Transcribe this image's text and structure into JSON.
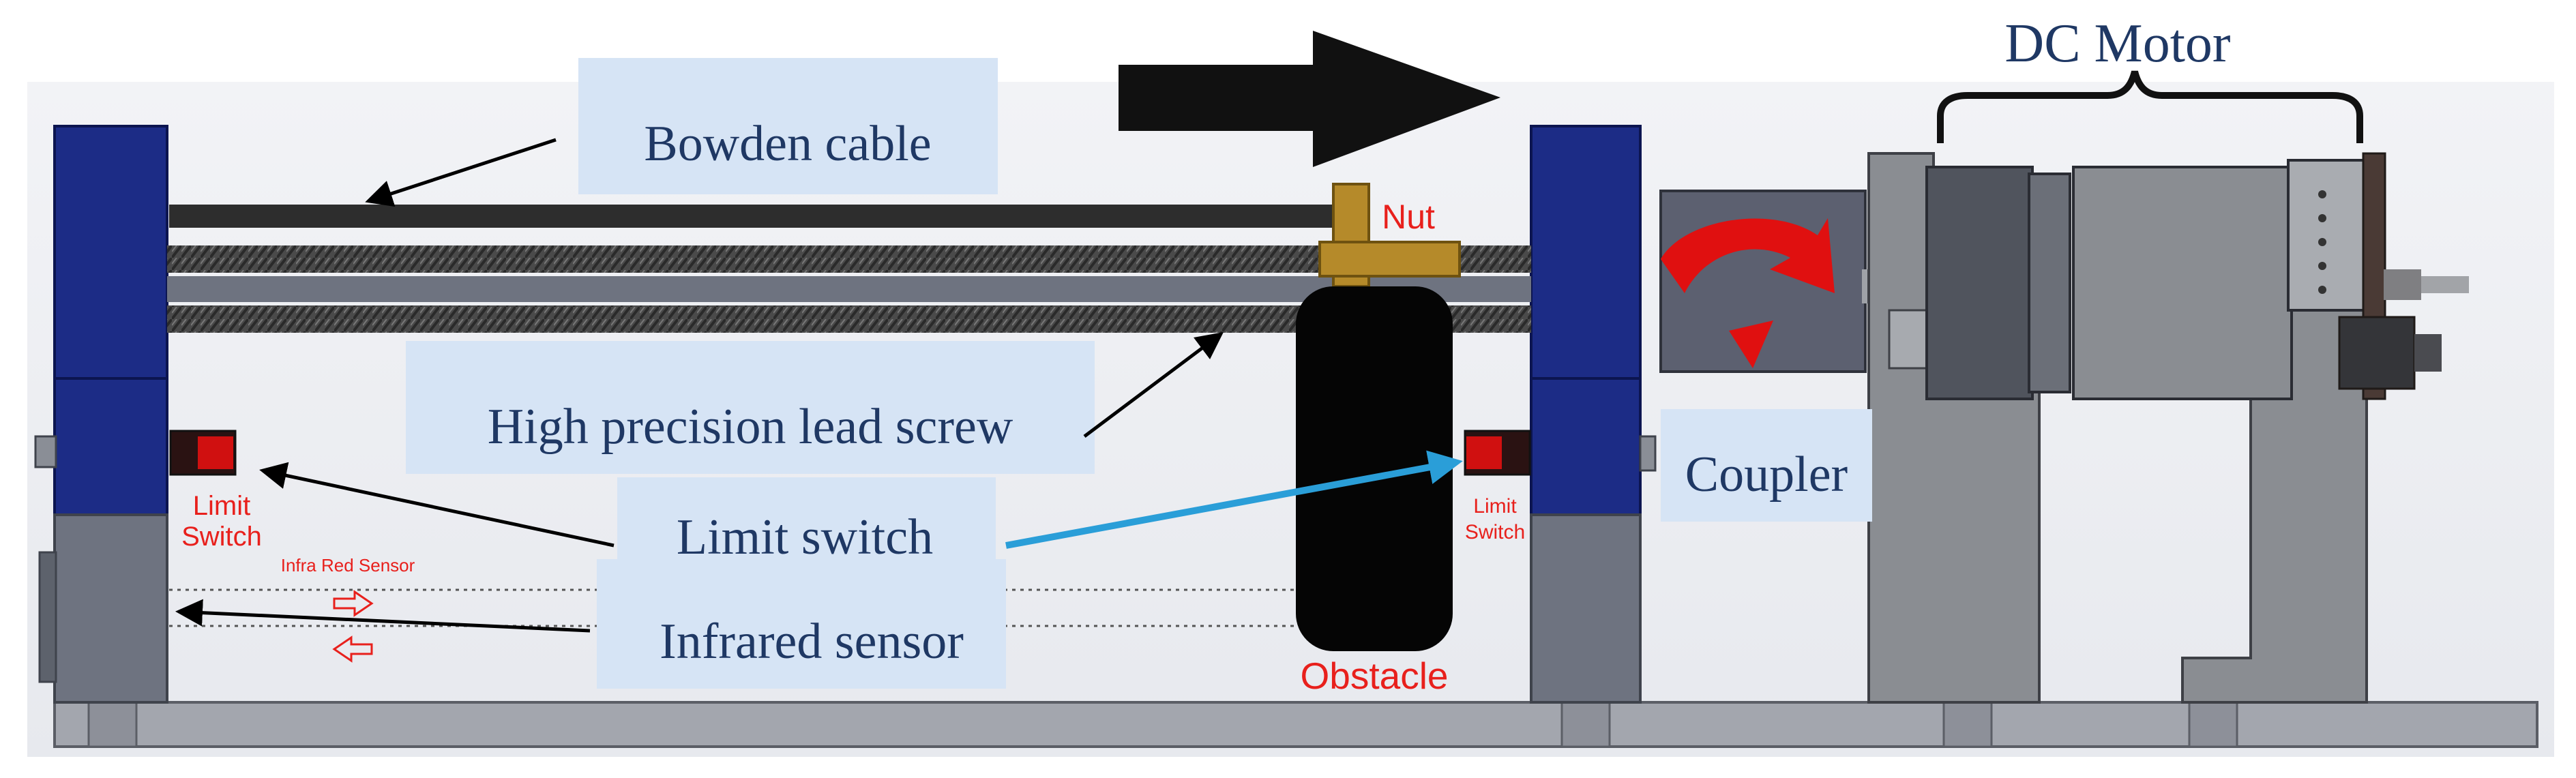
{
  "callouts": {
    "dc_motor": "DC Motor",
    "bowden_cable": "Bowden cable",
    "lead_screw": "High precision lead screw",
    "coupler": "Coupler",
    "limit_switch": "Limit switch",
    "infrared_sensor": "Infrared sensor"
  },
  "part_labels": {
    "nut": "Nut",
    "obstacle": "Obstacle",
    "limit_switch_left": [
      "Limit",
      "Switch"
    ],
    "limit_switch_right": [
      "Limit",
      "Switch"
    ],
    "infra_red_sensor": "Infra Red Sensor"
  },
  "colors": {
    "callout_box": "#d6e4f5",
    "callout_text": "#1f3864",
    "part_label": "#e8201c",
    "frame_blue": "#1c2c86",
    "frame_grey": "#6e7380",
    "motor_grey": "#8c8e92",
    "nut_brass": "#b58a2a",
    "blue_arrow": "#2a9ed8",
    "rotation_arrow": "#e01010"
  }
}
